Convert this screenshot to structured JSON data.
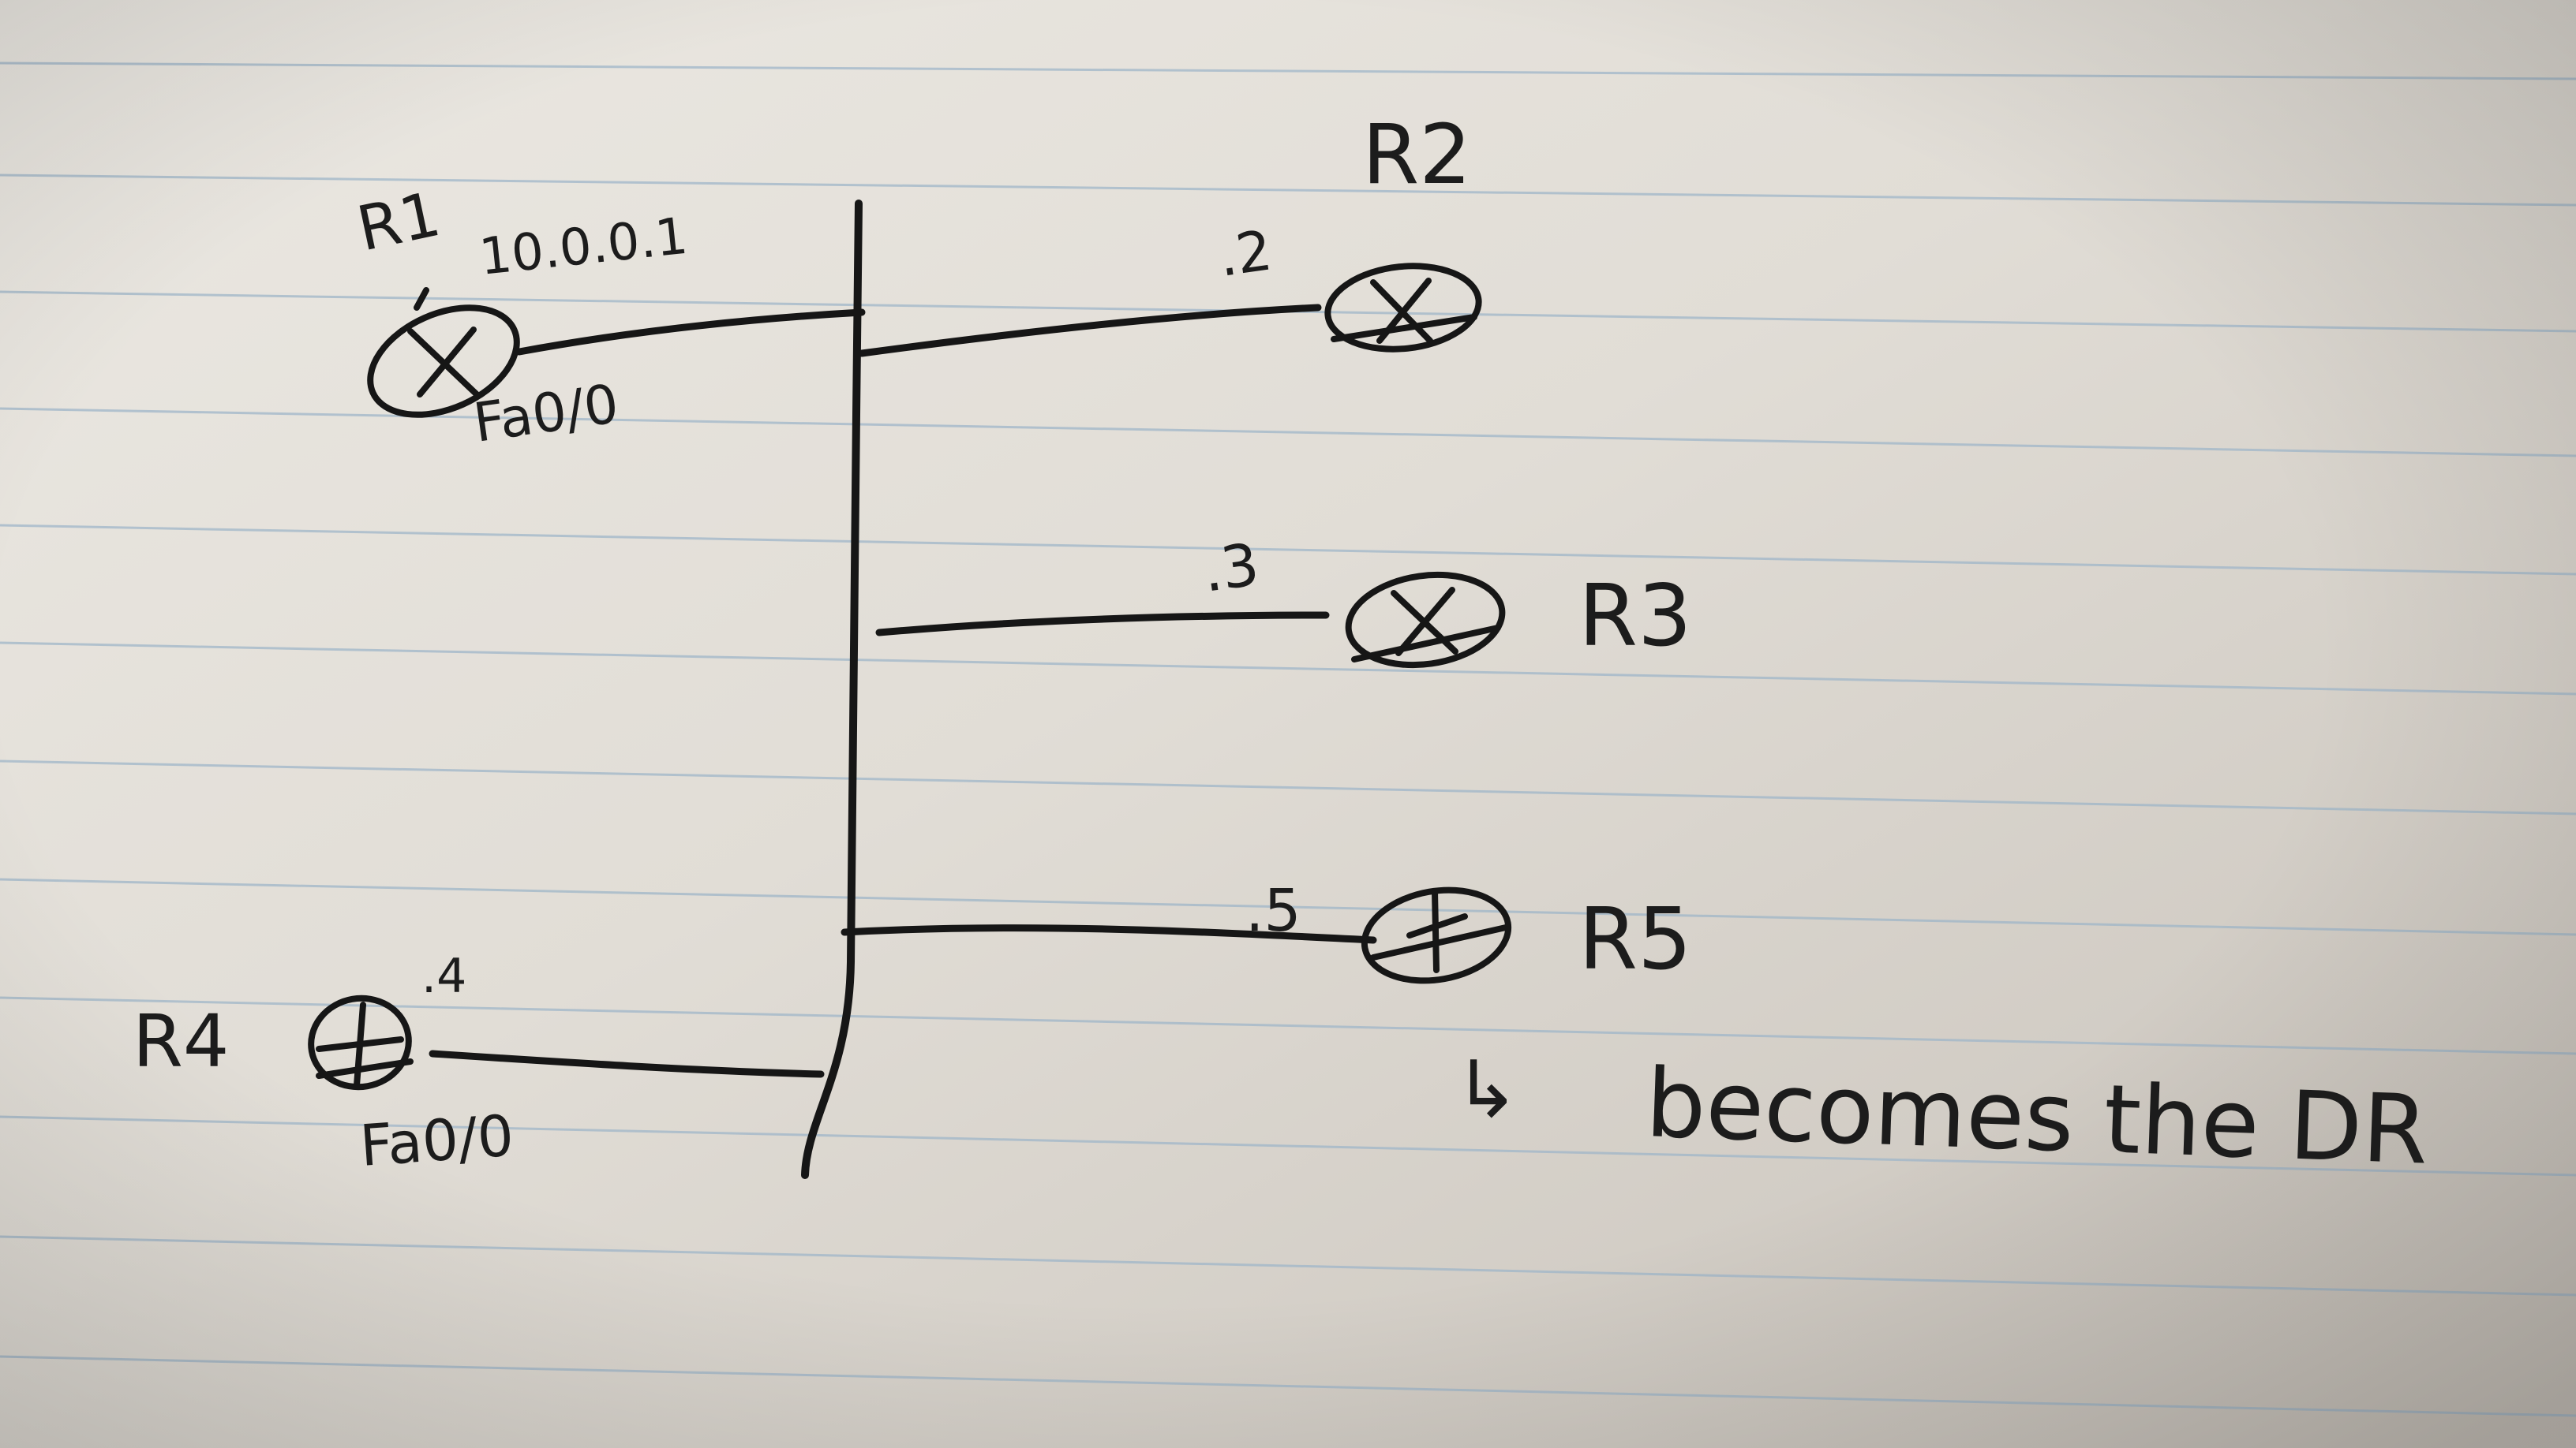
{
  "diagram": {
    "routers": [
      {
        "id": "r1",
        "name": "R1",
        "address": "10.0.0.1",
        "interface": "Fa0/0"
      },
      {
        "id": "r2",
        "name": "R2",
        "address": ".2"
      },
      {
        "id": "r3",
        "name": "R3",
        "address": ".3"
      },
      {
        "id": "r4",
        "name": "R4",
        "address": ".4",
        "interface": "Fa0/0"
      },
      {
        "id": "r5",
        "name": "R5",
        "address": ".5"
      }
    ],
    "note": {
      "arrow": "↳",
      "text": "becomes the DR"
    }
  }
}
